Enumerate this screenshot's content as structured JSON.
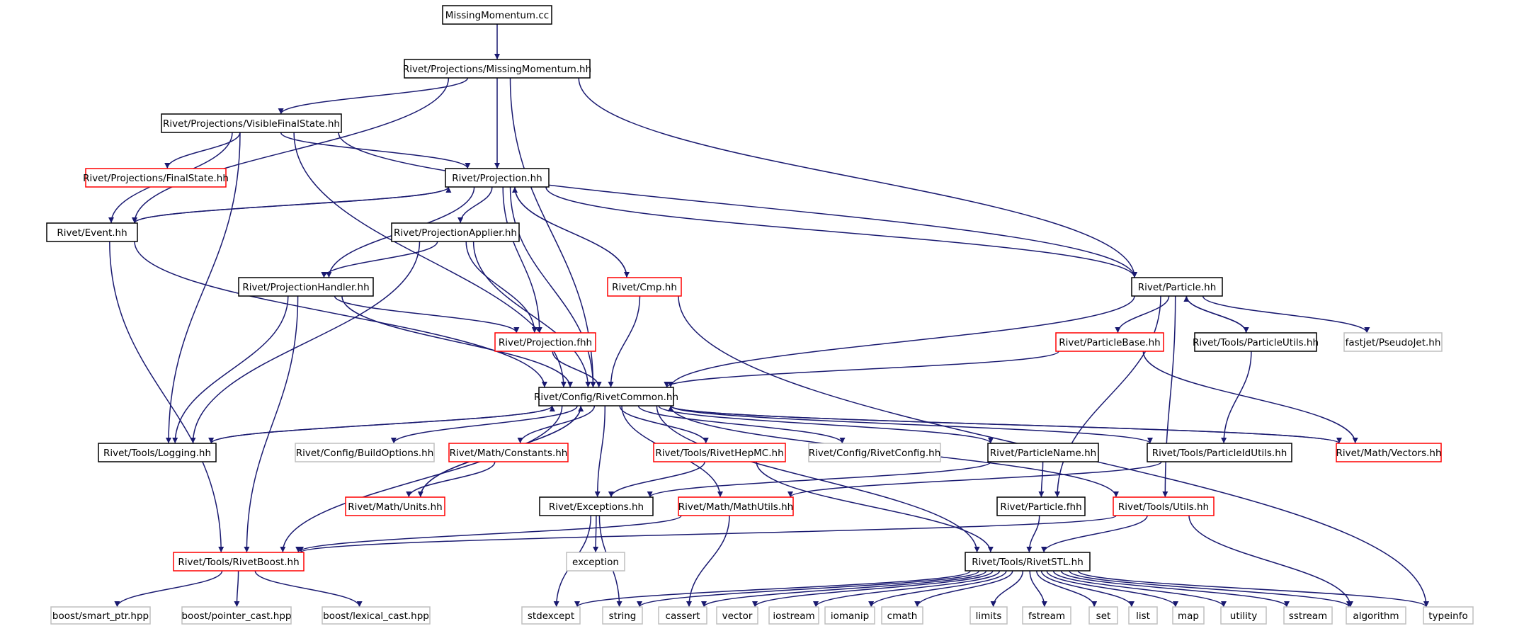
{
  "colors": {
    "edge": "#191970",
    "node_normal": "#000000",
    "node_truncated": "#ff0000",
    "node_external": "#bfbfbf",
    "root_fill": "#bfbfbf"
  },
  "graph": {
    "root": "n_mm_cc",
    "nodes": [
      {
        "id": "n_mm_cc",
        "label": "MissingMomentum.cc",
        "kind": "root"
      },
      {
        "id": "n_mm_hh",
        "label": "Rivet/Projections/MissingMomentum.hh",
        "kind": "normal"
      },
      {
        "id": "n_vfs",
        "label": "Rivet/Projections/VisibleFinalState.hh",
        "kind": "normal"
      },
      {
        "id": "n_fs",
        "label": "Rivet/Projections/FinalState.hh",
        "kind": "truncated"
      },
      {
        "id": "n_proj",
        "label": "Rivet/Projection.hh",
        "kind": "normal"
      },
      {
        "id": "n_event",
        "label": "Rivet/Event.hh",
        "kind": "normal"
      },
      {
        "id": "n_papplier",
        "label": "Rivet/ProjectionApplier.hh",
        "kind": "normal"
      },
      {
        "id": "n_phandler",
        "label": "Rivet/ProjectionHandler.hh",
        "kind": "normal"
      },
      {
        "id": "n_cmp",
        "label": "Rivet/Cmp.hh",
        "kind": "truncated"
      },
      {
        "id": "n_particle",
        "label": "Rivet/Particle.hh",
        "kind": "normal"
      },
      {
        "id": "n_projfhh",
        "label": "Rivet/Projection.fhh",
        "kind": "truncated"
      },
      {
        "id": "n_pbase",
        "label": "Rivet/ParticleBase.hh",
        "kind": "truncated"
      },
      {
        "id": "n_putils",
        "label": "Rivet/Tools/ParticleUtils.hh",
        "kind": "normal"
      },
      {
        "id": "n_pseudojet",
        "label": "fastjet/PseudoJet.hh",
        "kind": "external"
      },
      {
        "id": "n_common",
        "label": "Rivet/Config/RivetCommon.hh",
        "kind": "normal"
      },
      {
        "id": "n_logging",
        "label": "Rivet/Tools/Logging.hh",
        "kind": "normal"
      },
      {
        "id": "n_buildopt",
        "label": "Rivet/Config/BuildOptions.hh",
        "kind": "external"
      },
      {
        "id": "n_constants",
        "label": "Rivet/Math/Constants.hh",
        "kind": "truncated"
      },
      {
        "id": "n_hepmc",
        "label": "Rivet/Tools/RivetHepMC.hh",
        "kind": "truncated"
      },
      {
        "id": "n_rconfig",
        "label": "Rivet/Config/RivetConfig.hh",
        "kind": "external"
      },
      {
        "id": "n_pname",
        "label": "Rivet/ParticleName.hh",
        "kind": "normal"
      },
      {
        "id": "n_pidutils",
        "label": "Rivet/Tools/ParticleIdUtils.hh",
        "kind": "normal"
      },
      {
        "id": "n_vectors",
        "label": "Rivet/Math/Vectors.hh",
        "kind": "truncated"
      },
      {
        "id": "n_units",
        "label": "Rivet/Math/Units.hh",
        "kind": "truncated"
      },
      {
        "id": "n_exceptions",
        "label": "Rivet/Exceptions.hh",
        "kind": "normal"
      },
      {
        "id": "n_mathutils",
        "label": "Rivet/Math/MathUtils.hh",
        "kind": "truncated"
      },
      {
        "id": "n_pfhh",
        "label": "Rivet/Particle.fhh",
        "kind": "normal"
      },
      {
        "id": "n_utils",
        "label": "Rivet/Tools/Utils.hh",
        "kind": "truncated"
      },
      {
        "id": "n_boost",
        "label": "Rivet/Tools/RivetBoost.hh",
        "kind": "truncated"
      },
      {
        "id": "n_exception",
        "label": "exception",
        "kind": "external"
      },
      {
        "id": "n_stl",
        "label": "Rivet/Tools/RivetSTL.hh",
        "kind": "normal"
      },
      {
        "id": "n_smartptr",
        "label": "boost/smart_ptr.hpp",
        "kind": "external"
      },
      {
        "id": "n_pcast",
        "label": "boost/pointer_cast.hpp",
        "kind": "external"
      },
      {
        "id": "n_lcast",
        "label": "boost/lexical_cast.hpp",
        "kind": "external"
      },
      {
        "id": "n_stdexcept",
        "label": "stdexcept",
        "kind": "external"
      },
      {
        "id": "n_string",
        "label": "string",
        "kind": "external"
      },
      {
        "id": "n_cassert",
        "label": "cassert",
        "kind": "external"
      },
      {
        "id": "n_vector",
        "label": "vector",
        "kind": "external"
      },
      {
        "id": "n_iostream",
        "label": "iostream",
        "kind": "external"
      },
      {
        "id": "n_iomanip",
        "label": "iomanip",
        "kind": "external"
      },
      {
        "id": "n_cmath",
        "label": "cmath",
        "kind": "external"
      },
      {
        "id": "n_limits",
        "label": "limits",
        "kind": "external"
      },
      {
        "id": "n_fstream",
        "label": "fstream",
        "kind": "external"
      },
      {
        "id": "n_set",
        "label": "set",
        "kind": "external"
      },
      {
        "id": "n_list",
        "label": "list",
        "kind": "external"
      },
      {
        "id": "n_map",
        "label": "map",
        "kind": "external"
      },
      {
        "id": "n_utility",
        "label": "utility",
        "kind": "external"
      },
      {
        "id": "n_sstream",
        "label": "sstream",
        "kind": "external"
      },
      {
        "id": "n_algorithm",
        "label": "algorithm",
        "kind": "external"
      },
      {
        "id": "n_typeinfo",
        "label": "typeinfo",
        "kind": "external"
      }
    ],
    "edges": [
      [
        "n_mm_cc",
        "n_mm_hh"
      ],
      [
        "n_mm_hh",
        "n_vfs"
      ],
      [
        "n_mm_hh",
        "n_event"
      ],
      [
        "n_mm_hh",
        "n_proj"
      ],
      [
        "n_mm_hh",
        "n_common"
      ],
      [
        "n_mm_hh",
        "n_particle"
      ],
      [
        "n_vfs",
        "n_fs"
      ],
      [
        "n_vfs",
        "n_event"
      ],
      [
        "n_vfs",
        "n_proj"
      ],
      [
        "n_vfs",
        "n_particle"
      ],
      [
        "n_vfs",
        "n_logging"
      ],
      [
        "n_vfs",
        "n_common"
      ],
      [
        "n_proj",
        "n_event"
      ],
      [
        "n_proj",
        "n_papplier"
      ],
      [
        "n_proj",
        "n_phandler"
      ],
      [
        "n_proj",
        "n_projfhh"
      ],
      [
        "n_proj",
        "n_common"
      ],
      [
        "n_proj",
        "n_cmp"
      ],
      [
        "n_proj",
        "n_particle"
      ],
      [
        "n_event",
        "n_proj"
      ],
      [
        "n_event",
        "n_common"
      ],
      [
        "n_event",
        "n_boost"
      ],
      [
        "n_papplier",
        "n_phandler"
      ],
      [
        "n_papplier",
        "n_projfhh"
      ],
      [
        "n_papplier",
        "n_common"
      ],
      [
        "n_papplier",
        "n_logging"
      ],
      [
        "n_phandler",
        "n_projfhh"
      ],
      [
        "n_phandler",
        "n_common"
      ],
      [
        "n_phandler",
        "n_logging"
      ],
      [
        "n_phandler",
        "n_boost"
      ],
      [
        "n_cmp",
        "n_proj"
      ],
      [
        "n_cmp",
        "n_common"
      ],
      [
        "n_cmp",
        "n_typeinfo"
      ],
      [
        "n_projfhh",
        "n_common"
      ],
      [
        "n_particle",
        "n_common"
      ],
      [
        "n_particle",
        "n_pbase"
      ],
      [
        "n_particle",
        "n_putils"
      ],
      [
        "n_particle",
        "n_pseudojet"
      ],
      [
        "n_particle",
        "n_pfhh"
      ],
      [
        "n_particle",
        "n_utils"
      ],
      [
        "n_pbase",
        "n_common"
      ],
      [
        "n_pbase",
        "n_vectors"
      ],
      [
        "n_putils",
        "n_particle"
      ],
      [
        "n_putils",
        "n_pidutils"
      ],
      [
        "n_common",
        "n_logging"
      ],
      [
        "n_common",
        "n_buildopt"
      ],
      [
        "n_common",
        "n_constants"
      ],
      [
        "n_common",
        "n_hepmc"
      ],
      [
        "n_common",
        "n_rconfig"
      ],
      [
        "n_common",
        "n_pname"
      ],
      [
        "n_common",
        "n_pidutils"
      ],
      [
        "n_common",
        "n_vectors"
      ],
      [
        "n_common",
        "n_units"
      ],
      [
        "n_common",
        "n_exceptions"
      ],
      [
        "n_common",
        "n_mathutils"
      ],
      [
        "n_common",
        "n_utils"
      ],
      [
        "n_common",
        "n_boost"
      ],
      [
        "n_common",
        "n_stl"
      ],
      [
        "n_logging",
        "n_common"
      ],
      [
        "n_constants",
        "n_units"
      ],
      [
        "n_hepmc",
        "n_exceptions"
      ],
      [
        "n_hepmc",
        "n_stl"
      ],
      [
        "n_pname",
        "n_exceptions"
      ],
      [
        "n_pname",
        "n_pfhh"
      ],
      [
        "n_pidutils",
        "n_mathutils"
      ],
      [
        "n_vectors",
        "n_common"
      ],
      [
        "n_units",
        "n_common"
      ],
      [
        "n_exceptions",
        "n_exception"
      ],
      [
        "n_exceptions",
        "n_stdexcept"
      ],
      [
        "n_exceptions",
        "n_string"
      ],
      [
        "n_mathutils",
        "n_boost"
      ],
      [
        "n_mathutils",
        "n_cassert"
      ],
      [
        "n_pfhh",
        "n_stl"
      ],
      [
        "n_utils",
        "n_stl"
      ],
      [
        "n_utils",
        "n_boost"
      ],
      [
        "n_utils",
        "n_algorithm"
      ],
      [
        "n_boost",
        "n_smartptr"
      ],
      [
        "n_boost",
        "n_pcast"
      ],
      [
        "n_boost",
        "n_lcast"
      ],
      [
        "n_stl",
        "n_stdexcept"
      ],
      [
        "n_stl",
        "n_string"
      ],
      [
        "n_stl",
        "n_cassert"
      ],
      [
        "n_stl",
        "n_vector"
      ],
      [
        "n_stl",
        "n_iostream"
      ],
      [
        "n_stl",
        "n_iomanip"
      ],
      [
        "n_stl",
        "n_cmath"
      ],
      [
        "n_stl",
        "n_limits"
      ],
      [
        "n_stl",
        "n_fstream"
      ],
      [
        "n_stl",
        "n_set"
      ],
      [
        "n_stl",
        "n_list"
      ],
      [
        "n_stl",
        "n_map"
      ],
      [
        "n_stl",
        "n_utility"
      ],
      [
        "n_stl",
        "n_sstream"
      ],
      [
        "n_stl",
        "n_algorithm"
      ],
      [
        "n_stl",
        "n_typeinfo"
      ]
    ]
  }
}
